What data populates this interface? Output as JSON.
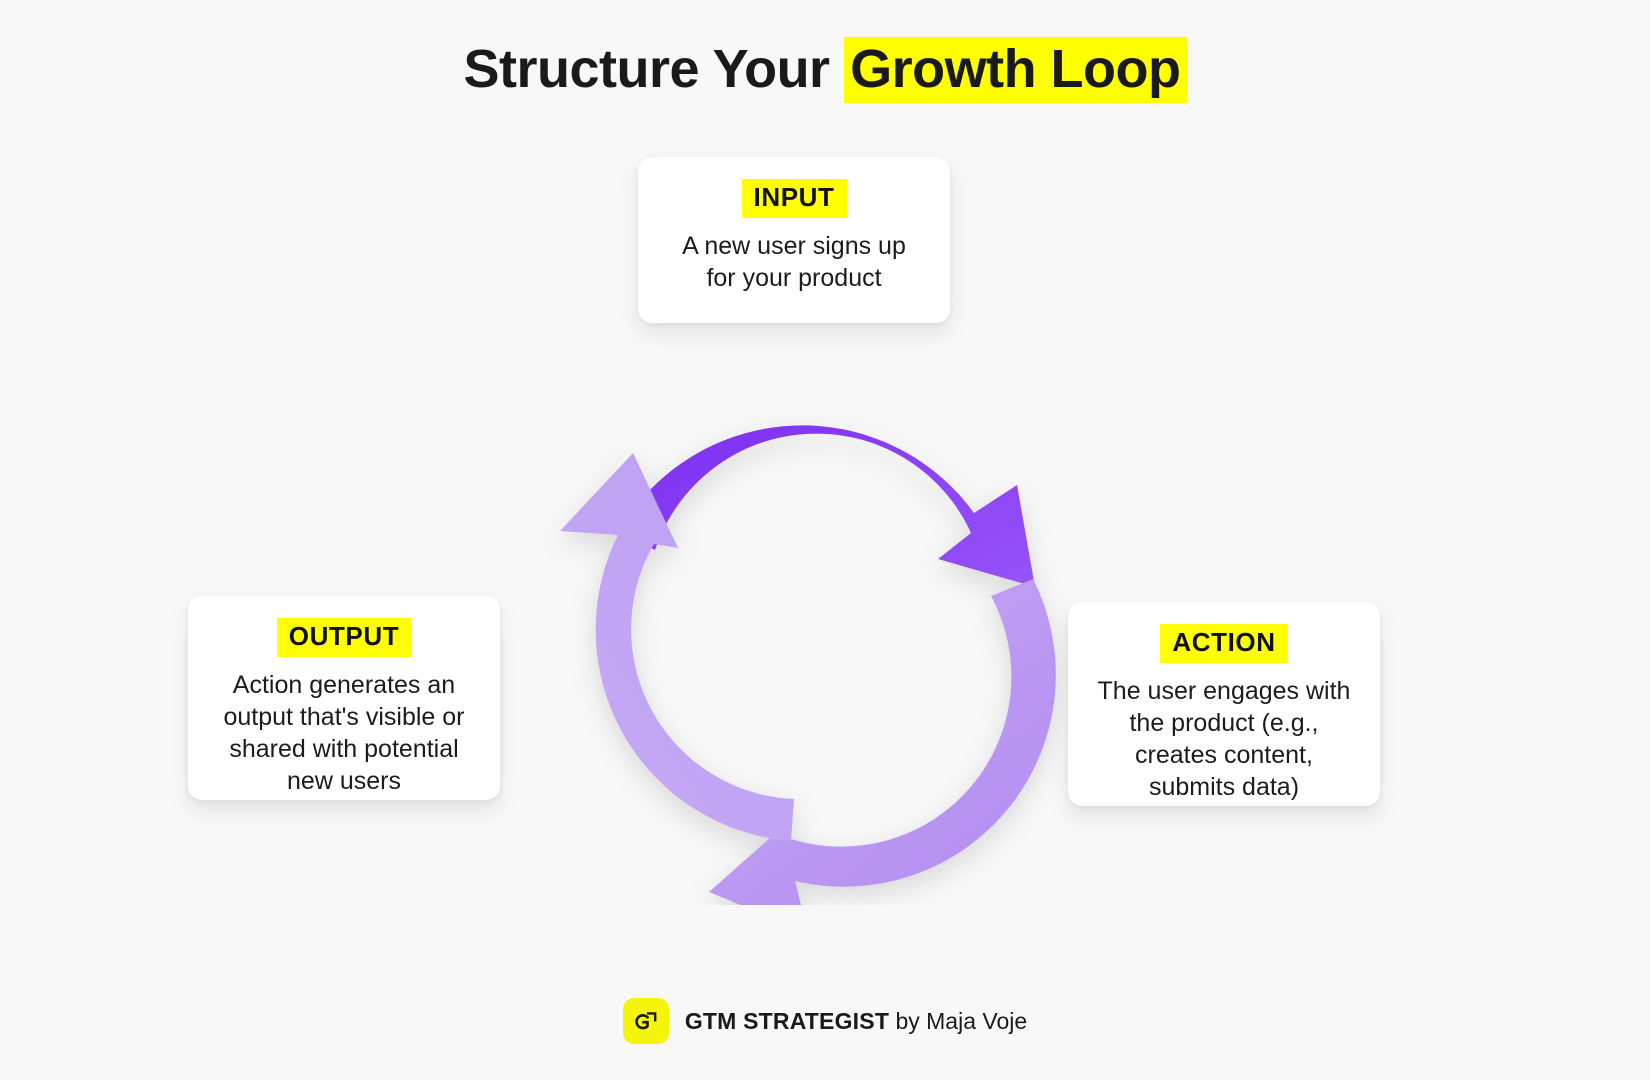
{
  "title": {
    "prefix": "Structure Your ",
    "highlight": "Growth Loop"
  },
  "colors": {
    "background": "#f8f8f8",
    "highlight_yellow": "#ffff00",
    "logo_yellow": "#f5f50a",
    "arc_purple_dark": "#7c2ff0",
    "arc_purple": "#8b3ff5",
    "arc_lavender": "#bc9cf2",
    "arc_lavender_deep": "#ab86ee",
    "text_dark": "#1a1a1a",
    "card_white": "#ffffff"
  },
  "cards": {
    "input": {
      "label": "INPUT",
      "body": "A new user signs up\nfor your product"
    },
    "action": {
      "label": "ACTION",
      "body": "The user engages with\nthe product (e.g.,\ncreates content,\nsubmits data)"
    },
    "output": {
      "label": "OUTPUT",
      "body": "Action generates an\noutput that's visible or\nshared with potential\nnew users"
    }
  },
  "loop": {
    "segments": [
      {
        "name": "input-to-action",
        "from": "INPUT",
        "to": "ACTION",
        "tone": "dark-purple"
      },
      {
        "name": "action-to-output",
        "from": "ACTION",
        "to": "OUTPUT",
        "tone": "lavender"
      },
      {
        "name": "output-to-input",
        "from": "OUTPUT",
        "to": "INPUT",
        "tone": "lavender"
      }
    ]
  },
  "footer": {
    "logo_letter": "G",
    "brand": "GTM STRATEGIST",
    "byline": " by Maja Voje"
  }
}
